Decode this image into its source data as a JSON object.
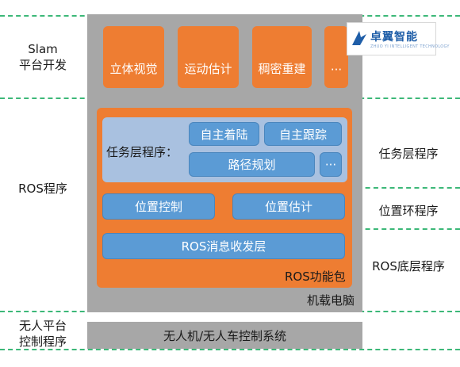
{
  "left_labels": {
    "slam": "Slam\n平台开发",
    "ros": "ROS程序",
    "uav": "无人平台\n控制程序"
  },
  "right_labels": {
    "task": "任务层程序",
    "position": "位置环程序",
    "ros_base": "ROS底层程序"
  },
  "top_blocks": [
    "立体视觉",
    "运动估计",
    "稠密重建",
    "···"
  ],
  "logo": {
    "text": "卓翼智能",
    "subtitle": "ZHUO YI INTELLIGENT TECHNOLOGY"
  },
  "task_layer": {
    "label": "任务层程序：",
    "items": [
      "自主着陆",
      "自主跟踪",
      "路径规划",
      "···"
    ]
  },
  "position_layer": [
    "位置控制",
    "位置估计"
  ],
  "ros_msg_layer": "ROS消息收发层",
  "ros_package_label": "ROS功能包",
  "onboard_computer_label": "机载电脑",
  "bottom_bar": "无人机/无人车控制系统",
  "colors": {
    "orange": "#ee7d32",
    "blue": "#5b9bd5",
    "light_blue": "#a9c1e0",
    "gray": "#a7a7a7",
    "green_dash": "#3cb878"
  }
}
